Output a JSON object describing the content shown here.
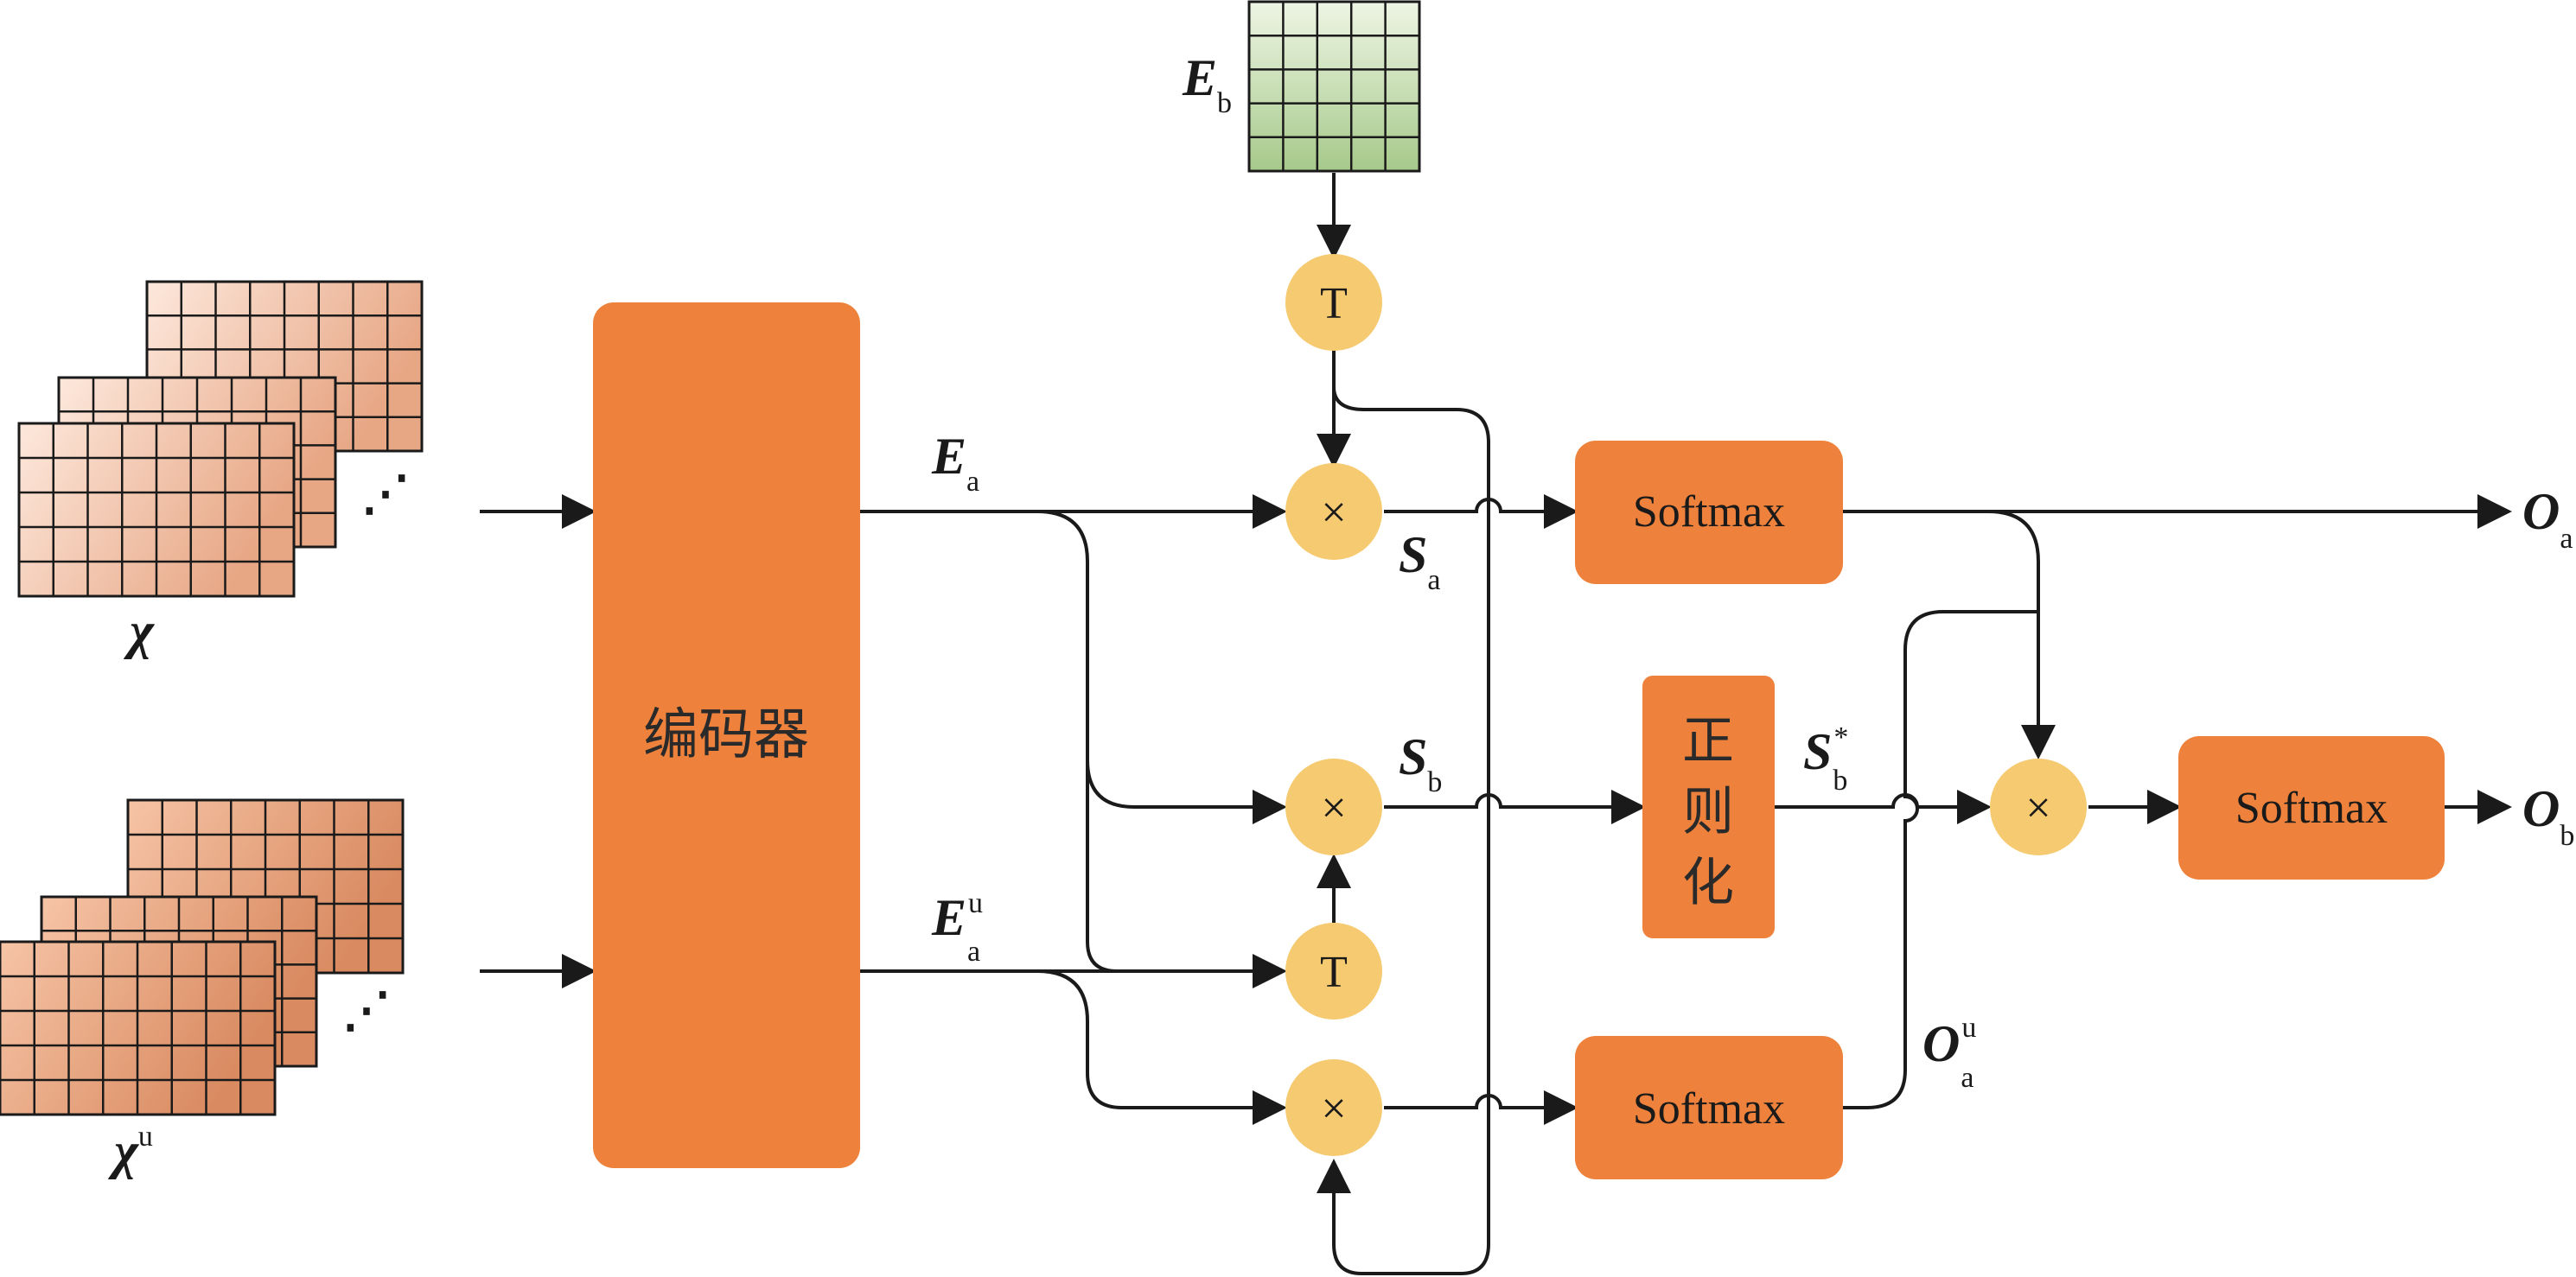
{
  "colors": {
    "orange_box": "#ee823c",
    "op_circle": "#f5ca70",
    "line": "#1a1a1a",
    "green_grid_light": "#eef5e4",
    "green_grid_dark": "#a6c98a",
    "peach_grid_light": "#fde8dc",
    "peach_grid_dark": "#e7a684",
    "peach_grid_darker": "#d98a60"
  },
  "encoder": {
    "label": "编码器"
  },
  "boxes": {
    "softmax_top": "Softmax",
    "softmax_right": "Softmax",
    "softmax_bottom": "Softmax",
    "normalize": [
      "正",
      "则",
      "化"
    ]
  },
  "operators": {
    "transpose": "T",
    "multiply": "×"
  },
  "inputs": {
    "chi": {
      "main": "χ",
      "sup": ""
    },
    "chi_u": {
      "main": "χ",
      "sup": "u"
    },
    "ellipsis": "⋰"
  },
  "symbols": {
    "E_b": {
      "main": "E",
      "sub": "b"
    },
    "E_a": {
      "main": "E",
      "sub": "a"
    },
    "E_a_u": {
      "main": "E",
      "sub": "a",
      "sup": "u"
    },
    "S_a": {
      "main": "S",
      "sub": "a"
    },
    "S_b": {
      "main": "S",
      "sub": "b"
    },
    "S_b_star": {
      "main": "S",
      "sub": "b",
      "sup": "*"
    },
    "O_a": {
      "main": "O",
      "sub": "a"
    },
    "O_b": {
      "main": "O",
      "sub": "b"
    },
    "O_a_u": {
      "main": "O",
      "sub": "a",
      "sup": "u"
    }
  }
}
